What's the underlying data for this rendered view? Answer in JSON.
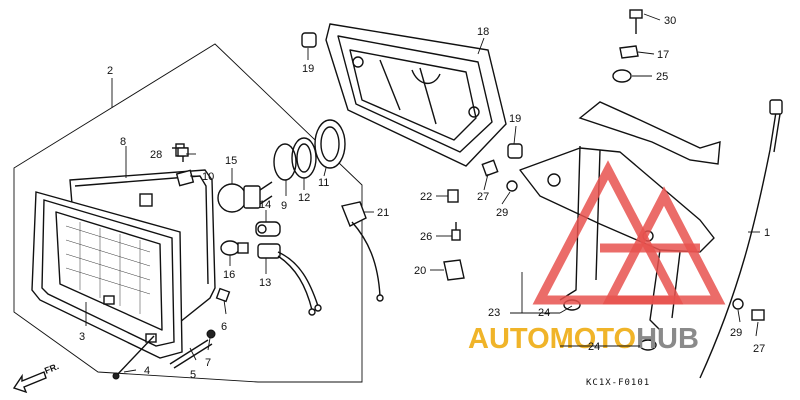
{
  "diagram": {
    "drawing_code": "KC1X-F0101",
    "direction_label": "FR.",
    "watermark": {
      "word_part1": "AUTOMOTO",
      "word_part2": "HUB",
      "color_part1": "#f0b429",
      "color_part2": "#8a8a8a",
      "logo_color": "#e8524f"
    },
    "callouts": {
      "c1": "1",
      "c2": "2",
      "c3": "3",
      "c4": "4",
      "c5": "5",
      "c6": "6",
      "c7": "7",
      "c8": "8",
      "c9": "9",
      "c10": "10",
      "c11": "11",
      "c12": "12",
      "c13": "13",
      "c14": "14",
      "c15": "15",
      "c16": "16",
      "c17": "17",
      "c18": "18",
      "c19a": "19",
      "c19b": "19",
      "c20": "20",
      "c21": "21",
      "c22": "22",
      "c23": "23",
      "c24a": "24",
      "c24b": "24",
      "c25": "25",
      "c26": "26",
      "c27a": "27",
      "c27b": "27",
      "c28": "28",
      "c29a": "29",
      "c29b": "29",
      "c30": "30"
    }
  }
}
